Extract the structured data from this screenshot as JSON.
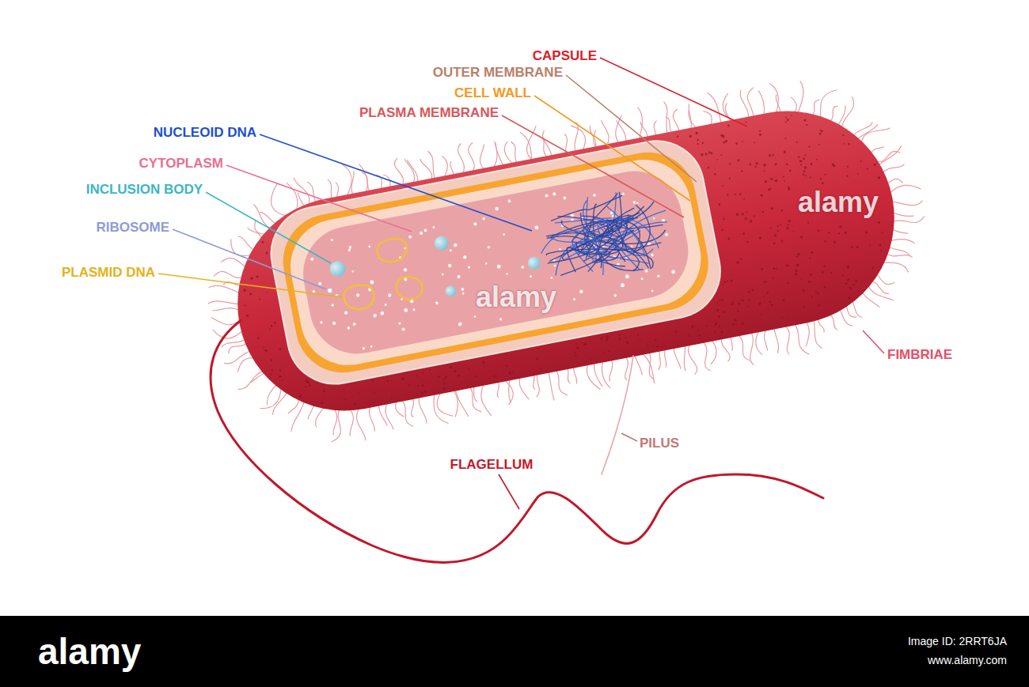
{
  "diagram": {
    "labels": [
      "CAPSULE",
      "OUTER MEMBRANE",
      "CELL WALL",
      "PLASMA MEMBRANE",
      "NUCLEOID DNA",
      "CYTOPLASM",
      "INCLUSION BODY",
      "RIBOSOME",
      "PLASMID DNA",
      "FIMBRIAE",
      "PILUS",
      "FLAGELLUM",
      "alamy",
      "alamy",
      "alamy",
      "Image ID: 2RRT6JA",
      "www.alamy.com"
    ]
  }
}
